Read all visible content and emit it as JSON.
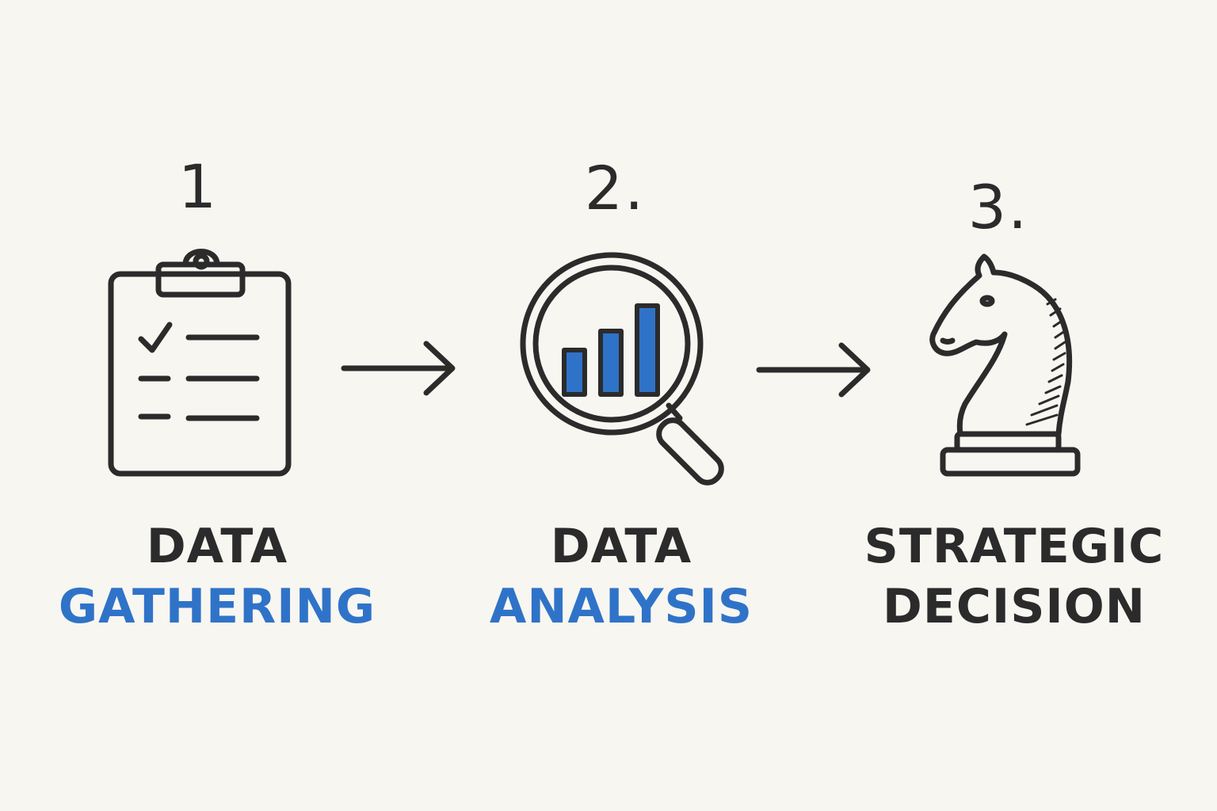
{
  "colors": {
    "background": "#f8f6f1",
    "ink": "#2b2b2b",
    "accent": "#2f73c8"
  },
  "steps": [
    {
      "number": "1",
      "icon": "clipboard-checklist-icon",
      "label_line1": "DATA",
      "label_line2": "GATHERING"
    },
    {
      "number": "2.",
      "icon": "magnifier-bar-chart-icon",
      "label_line1": "DATA",
      "label_line2": "ANALYSIS"
    },
    {
      "number": "3.",
      "icon": "chess-knight-icon",
      "label_line1": "STRATEGIC",
      "label_line2": "DECISION"
    }
  ],
  "connectors": [
    "arrow-right-icon",
    "arrow-right-icon"
  ]
}
